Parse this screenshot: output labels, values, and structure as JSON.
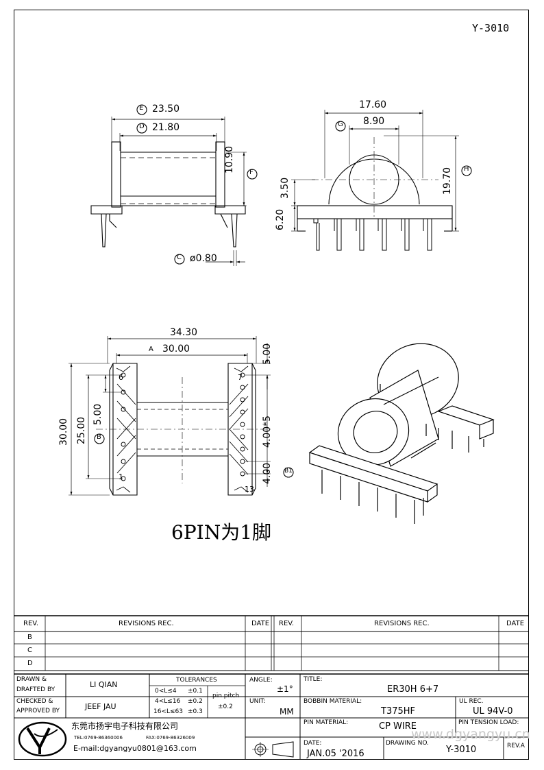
{
  "drawing_no_top": "Y-3010",
  "views": {
    "top": {
      "e_label": "E",
      "e_value": "23.50",
      "d_label": "D",
      "d_value": "21.80",
      "f_label": "F",
      "f_value": "10.90",
      "c_label": "C",
      "c_value": "ø0.80"
    },
    "front": {
      "overall_width": "17.60",
      "g_label": "G",
      "g_value": "8.90",
      "h_label": "H",
      "h_value": "19.70",
      "v1": "3.50",
      "v2": "6.20"
    },
    "bottom": {
      "overall_width": "34.30",
      "a_label": "A",
      "a_value": "30.00",
      "top_gap": "5.00",
      "height_outer": "30.00",
      "height_inner": "25.00",
      "b_label": "B",
      "pitch_left": "5.00",
      "pitch_right": "4.00*5",
      "b1_value": "4.00",
      "b1_label": "B1",
      "pin_6": "6",
      "pin_1": "1",
      "pin_7": "7",
      "pin_13": "13"
    },
    "note": "6PIN为1脚"
  },
  "revisions": {
    "h_rev": "REV.",
    "h_revisions": "REVISIONS  REC.",
    "h_date": "DATE",
    "rows": [
      "B",
      "C",
      "D"
    ]
  },
  "titleblock": {
    "drawn_label_1": "DRAWN &",
    "drawn_label_2": "DRAFTED BY",
    "drawn_name": "LI QIAN",
    "checked_label_1": "CHECKED &",
    "checked_label_2": "APPROVED BY",
    "checked_name": "JEEF JAU",
    "tol_title": "TOLERANCES",
    "tol_1": "0<L≤4",
    "tol_1v": "±0.1",
    "tol_2": "4<L≤16",
    "tol_2v": "±0.2",
    "tol_3": "16<L≤63",
    "tol_3v": "±0.3",
    "pitch_1": "pin pitch",
    "pitch_2": "±0.2",
    "angle_label": "ANGLE:",
    "angle_value": "±1°",
    "unit_label": "UNIT:",
    "unit_value": "MM",
    "title_label": "TITLE:",
    "title_value": "ER30H 6+7",
    "bobbin_label": "BOBBIN MATERIAL:",
    "bobbin_value": "T375HF",
    "ul_label": "UL REC.",
    "ul_value": "UL 94V-0",
    "pinmat_label": "PIN MATERIAL:",
    "pinmat_value": "CP WIRE",
    "tension_label": "PIN TENSION LOAD:",
    "date_label": "DATE:",
    "date_value": "JAN.05 '2016",
    "drawno_label": "DRAWING NO.",
    "drawno_value": "Y-3010",
    "rev_label": "REV.A",
    "company": "东莞市扬宇电子科技有限公司",
    "tel": "TEL:0769-86360006",
    "fax": "FAX:0769-86326009",
    "email": "E-mail:dgyangyu0801@163.com",
    "watermark": "www.dgyangyu.cn"
  }
}
